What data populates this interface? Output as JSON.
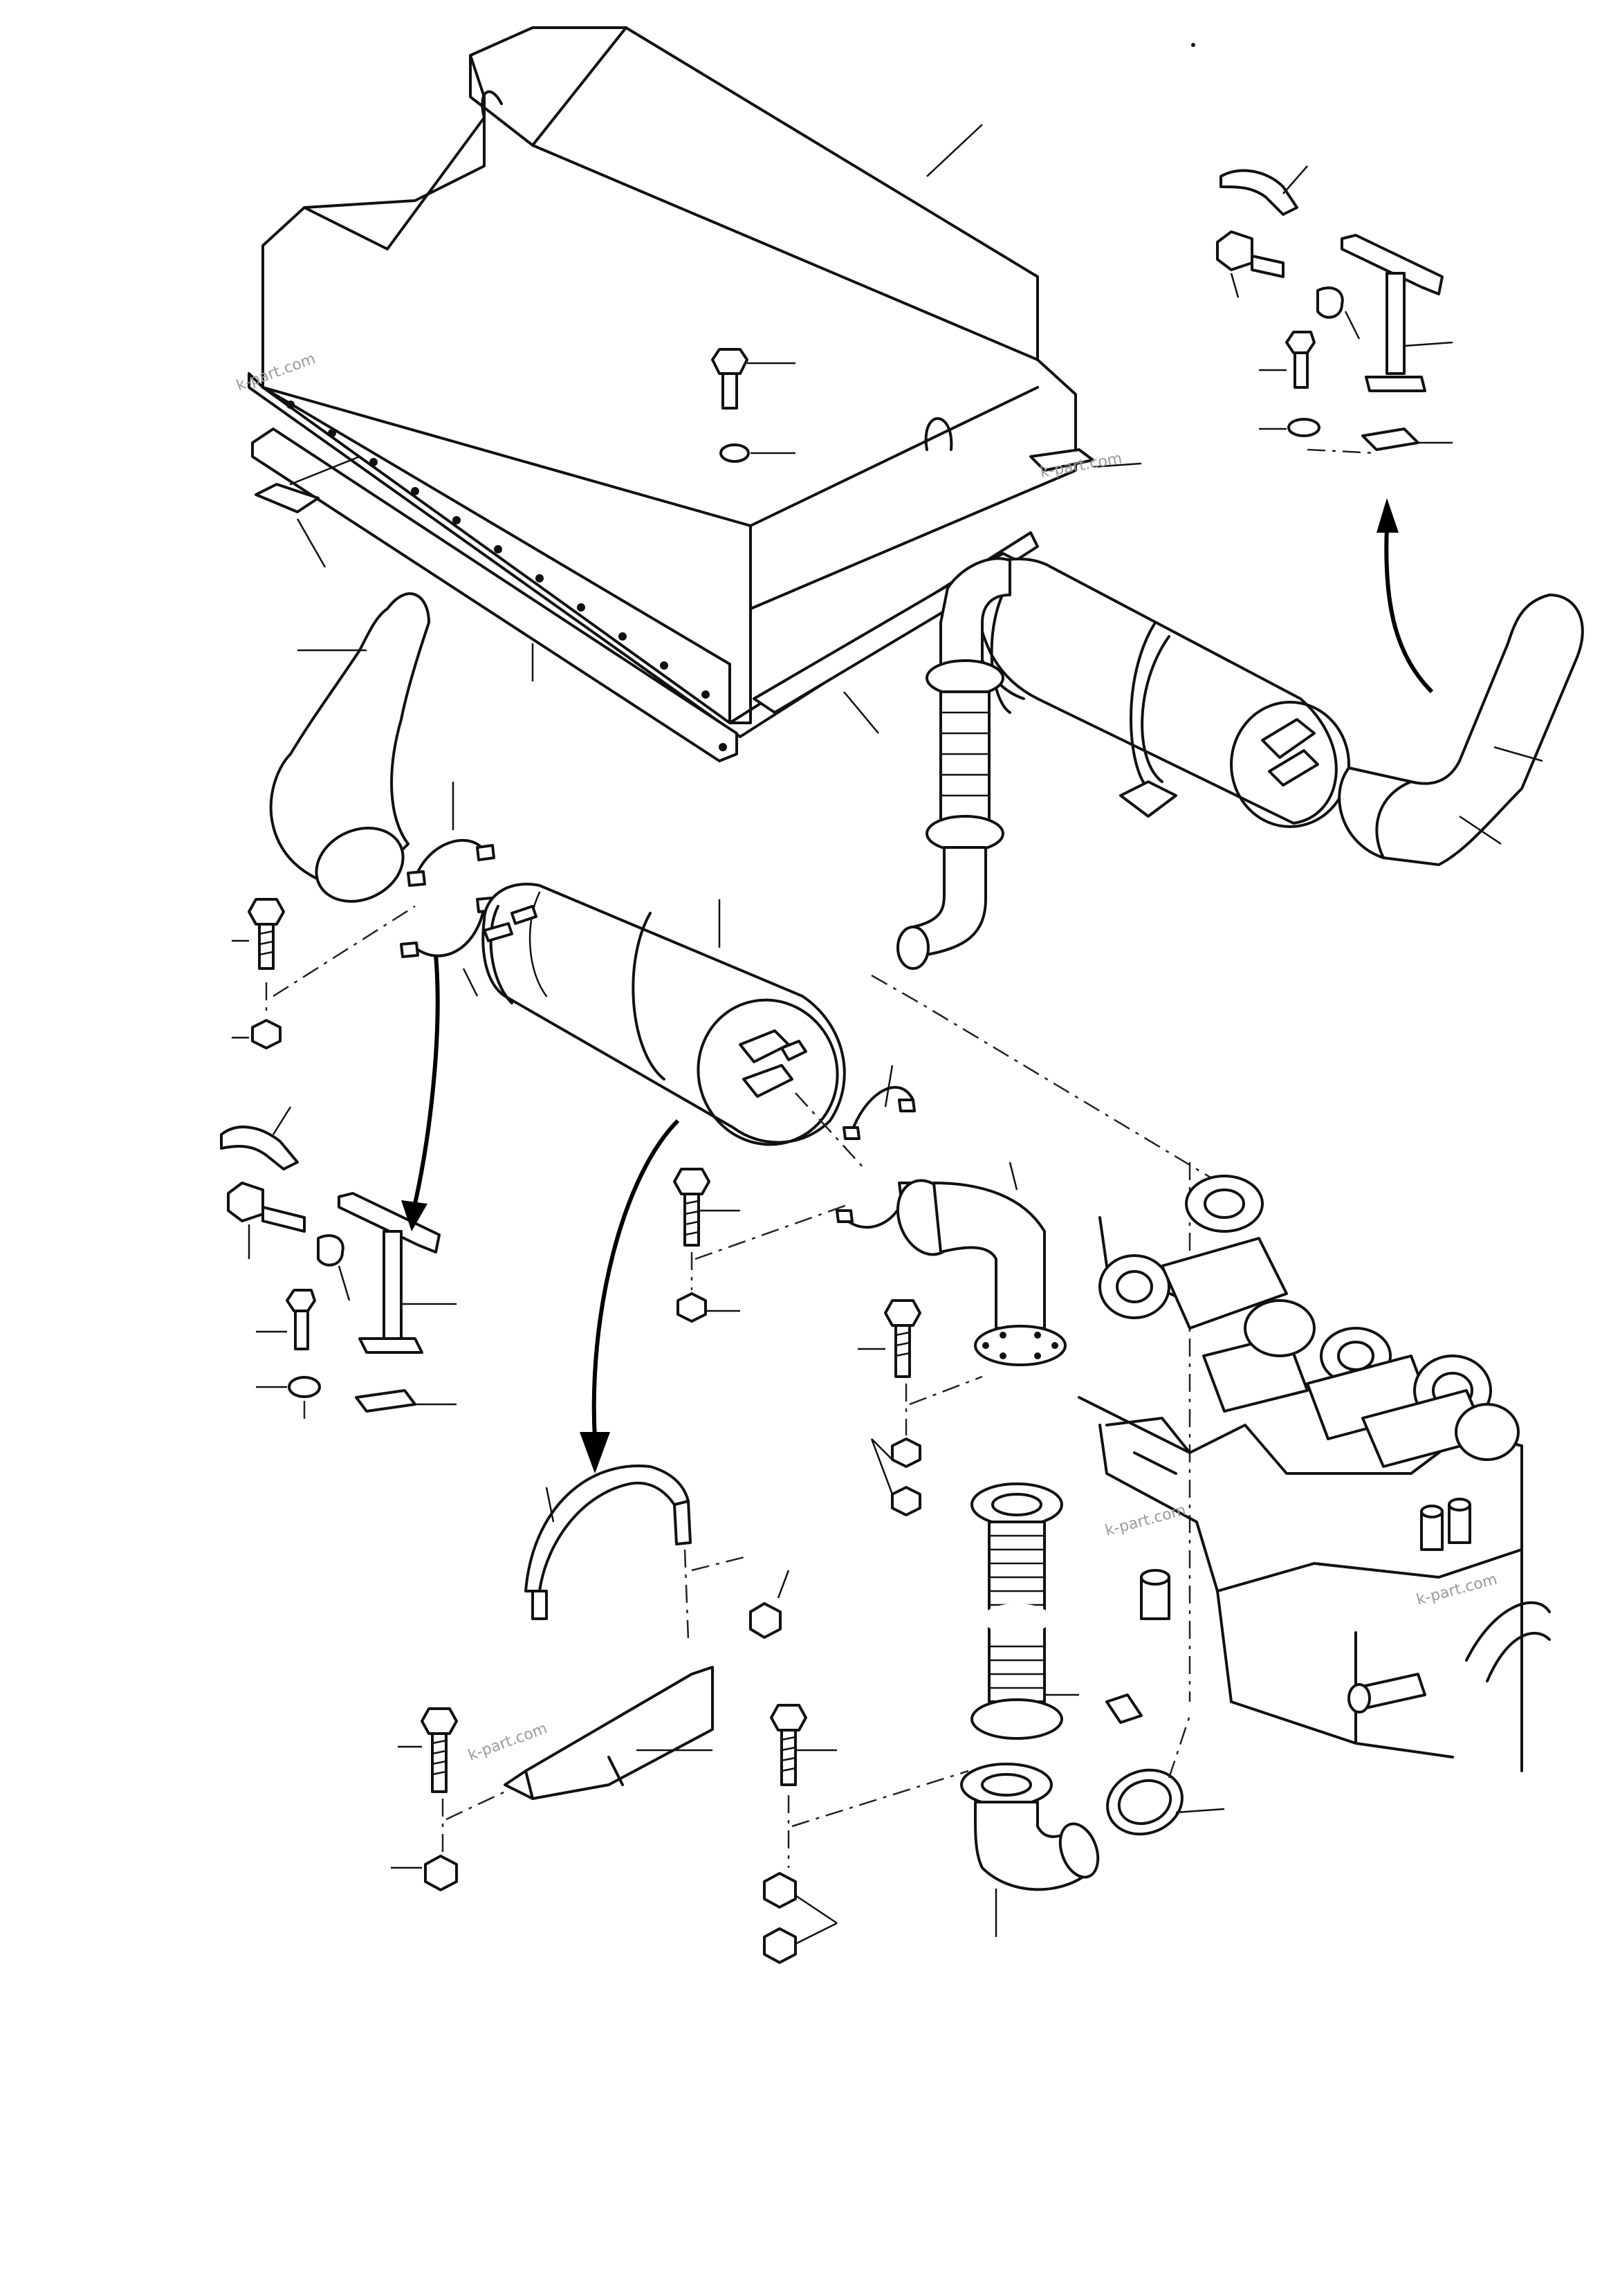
{
  "watermarks": {
    "w1": "k-part.com",
    "w2": "k-part.com",
    "w3": "k-part.com",
    "w4": "k-part.com",
    "w5": "k-part.com"
  }
}
